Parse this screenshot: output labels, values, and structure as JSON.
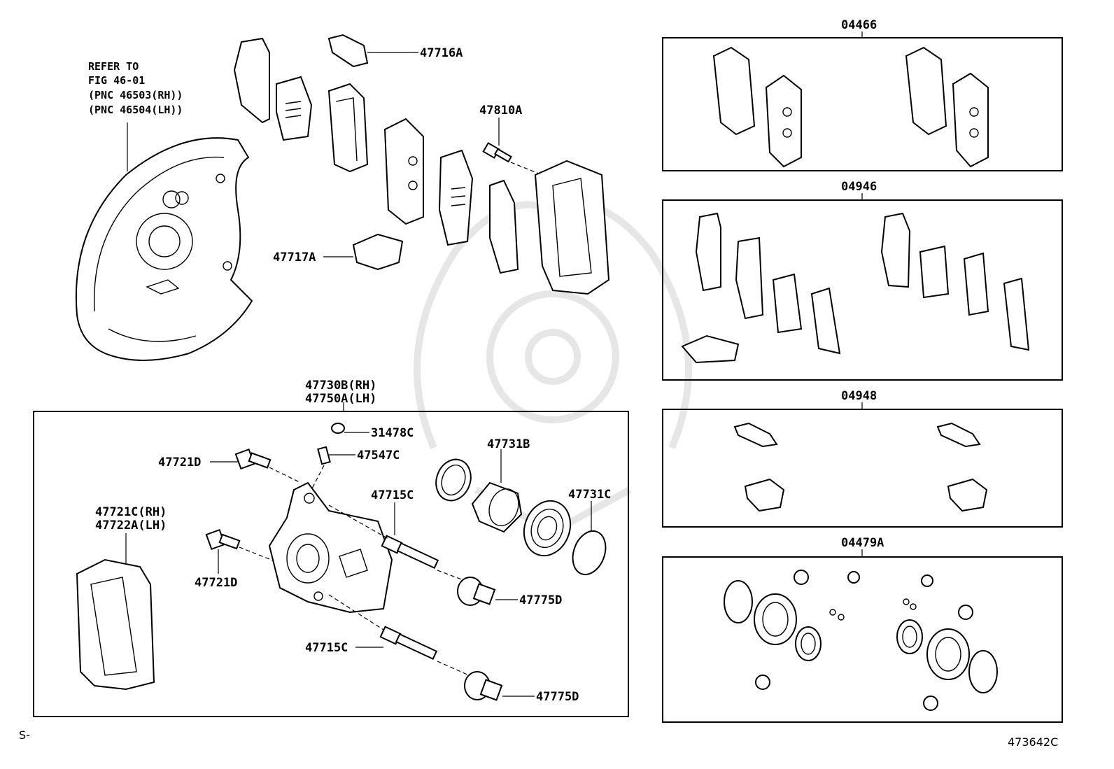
{
  "diagram": {
    "refer_note": [
      "REFER TO",
      "FIG 46-01",
      "(PNC 46503(RH))",
      "(PNC 46504(LH))"
    ],
    "labels": {
      "p47716A": "47716A",
      "p47810A": "47810A",
      "p47717A": "47717A",
      "caliper_rh": "47730B(RH)",
      "caliper_lh": "47750A(LH)",
      "p31478C": "31478C",
      "p47547C": "47547C",
      "p47721D_top": "47721D",
      "p47731B": "47731B",
      "p47715C_top": "47715C",
      "p47731C": "47731C",
      "mount_rh": "47721C(RH)",
      "mount_lh": "47722A(LH)",
      "p47721D_bottom": "47721D",
      "p47775D_top": "47775D",
      "p47715C_bottom": "47715C",
      "p47775D_bottom": "47775D"
    },
    "kits": {
      "k04466": "04466",
      "k04946": "04946",
      "k04948": "04948",
      "k04479A": "04479A"
    },
    "footer": {
      "left_mark": "S-",
      "figure_code": "473642C"
    }
  }
}
